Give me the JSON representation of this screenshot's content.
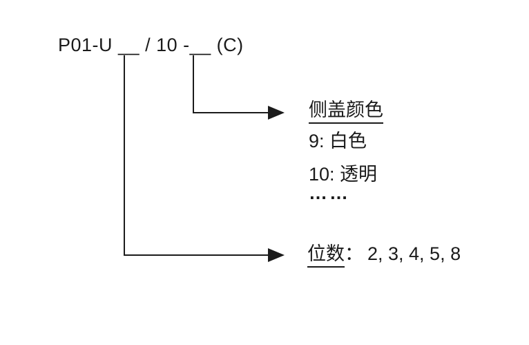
{
  "colors": {
    "background": "#ffffff",
    "text": "#1b1b1b",
    "line": "#1b1b1b"
  },
  "diagram": {
    "part_code": "P01-U __ / 10 -__ (C)",
    "side_cover": {
      "label": "侧盖颜色",
      "options": [
        "9: 白色",
        "10: 透明",
        "……"
      ]
    },
    "digits": {
      "label": "位数",
      "separator": "：",
      "values": "2, 3, 4, 5, 8"
    }
  }
}
